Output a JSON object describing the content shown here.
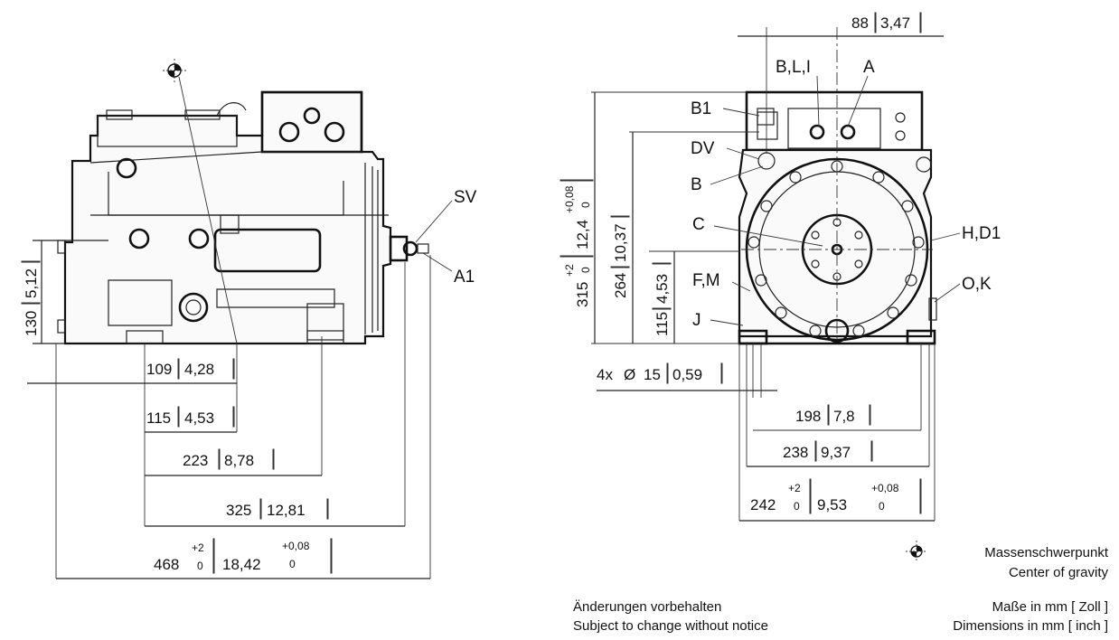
{
  "side_view": {
    "labels": {
      "sv": "SV",
      "a1": "A1"
    },
    "dims": {
      "height": {
        "value": "130",
        "inch": "5,12"
      },
      "d109": {
        "value": "109",
        "inch": "4,28"
      },
      "d115": {
        "value": "115",
        "inch": "4,53"
      },
      "d223": {
        "value": "223",
        "inch": "8,78"
      },
      "d325": {
        "value": "325",
        "inch": "12,81"
      },
      "d468": {
        "value": "468",
        "tol_up": "+2",
        "tol_lo": "0",
        "inch": "18,42",
        "inch_tol_up": "+0,08",
        "inch_tol_lo": "0"
      }
    }
  },
  "front_view": {
    "labels": {
      "bli": "B,L,I",
      "a": "A",
      "b1": "B1",
      "dv": "DV",
      "b": "B",
      "c": "C",
      "fm": "F,M",
      "j": "J",
      "hd1": "H,D1",
      "ok": "O,K"
    },
    "dims": {
      "d88": {
        "value": "88",
        "inch": "3,47"
      },
      "d315": {
        "value": "315",
        "tol_up": "+2",
        "tol_lo": "0",
        "inch": "12,4",
        "inch_tol_up": "+0,08",
        "inch_tol_lo": "0"
      },
      "d264": {
        "value": "264",
        "inch": "10,37"
      },
      "d115": {
        "value": "115",
        "inch": "4,53"
      },
      "holes": {
        "prefix": "4x",
        "symbol": "Ø",
        "value": "15",
        "inch": "0,59"
      },
      "d198": {
        "value": "198",
        "inch": "7,8"
      },
      "d238": {
        "value": "238",
        "inch": "9,37"
      },
      "d242": {
        "value": "242",
        "tol_up": "+2",
        "tol_lo": "0",
        "inch": "9,53",
        "inch_tol_up": "+0,08",
        "inch_tol_lo": "0"
      }
    }
  },
  "legend": {
    "cog_de": "Massenschwerpunkt",
    "cog_en": "Center of gravity",
    "note_de": "Änderungen vorbehalten",
    "note_en": "Subject to change without notice",
    "units_de": "Maße in mm [ Zoll ]",
    "units_en": "Dimensions in mm [ inch ]"
  }
}
